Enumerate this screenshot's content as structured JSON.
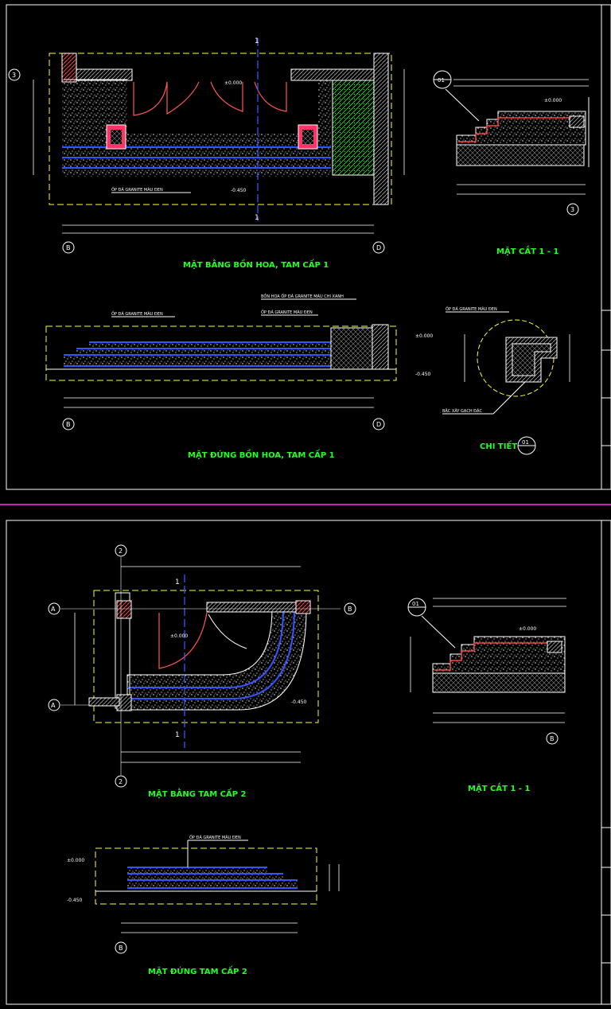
{
  "sheet1": {
    "plan_title": "MẶT BẰNG BỒN HOA, TAM CẤP 1",
    "section_title": "MẶT CẮT 1 - 1",
    "elevation_title": "MẶT ĐỨNG BỒN HOA, TAM CẤP 1",
    "detail_title": "CHI TIẾT",
    "detail_ref": "01",
    "note_granite": "ỐP ĐÁ GRANITE MÀU ĐEN",
    "note_planter": "BỒN HOA ỐP ĐÁ GRANITE MÀU CHI XANH",
    "note_brick": "BẬC XÂY GẠCH ĐẶC",
    "level_top": "±0.000",
    "level_bottom": "-0.450",
    "axis_b": "B",
    "axis_d": "D",
    "axis_3": "3",
    "cut_mark": "1"
  },
  "sheet2": {
    "plan_title": "MẶT BẰNG TAM CẤP 2",
    "section_title": "MẶT CẮT 1 - 1",
    "elevation_title": "MẶT ĐỨNG TAM CẤP 2",
    "note_granite": "ỐP ĐÁ GRANITE MÀU ĐEN",
    "level_top": "±0.000",
    "level_bottom": "-0.450",
    "axis_a": "A",
    "axis_b": "B",
    "axis_2": "2",
    "cut_mark": "1",
    "detail_ref": "01"
  },
  "colors": {
    "background": "#000000",
    "title": "#22ff22",
    "dimension": "#ffffff",
    "hatch_red": "#ff4444",
    "axis_blue": "#3355ff",
    "border_yellow": "#ffff33",
    "divider_magenta": "#ff33ff"
  }
}
